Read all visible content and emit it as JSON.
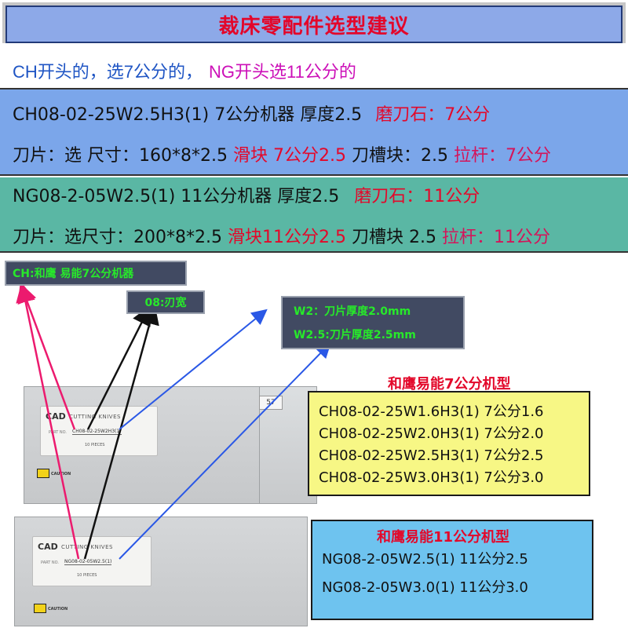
{
  "title": "裁床零配件选型建议",
  "rule": {
    "part_a": "CH开头的，选7公分的，",
    "part_b": "NG开头选11公分的"
  },
  "ch": {
    "line1_main": "CH08-02-25W2.5H3(1)  7公分机器  厚度2.5",
    "line1_red": "磨刀石：7公分",
    "line2_a": "刀片：选 尺寸：160*8*2.5",
    "line2_b": "滑块 7公分2.5",
    "line2_c": "刀槽块：2.5",
    "line2_d": "拉杆：7公分"
  },
  "ng": {
    "line1_main": "NG08-2-05W2.5(1)  11公分机器  厚度2.5",
    "line1_red": "磨刀石：11公分",
    "line2_a": "刀片：选尺寸：200*8*2.5",
    "line2_b": "滑块11公分2.5",
    "line2_c": "刀槽块 2.5",
    "line2_d": "拉杆：11公分"
  },
  "tags": {
    "ch_label": "CH:和鹰 易能7公分机器",
    "width_label": "08:刃宽",
    "w2": "W2：刀片厚度2.0mm",
    "w25": "W2.5:刀片厚度2.5mm"
  },
  "box_labels": {
    "cad": "CAD",
    "cutting": "CUTTING KNIVES",
    "part_no": "PART NO.",
    "box1_part": "CH08-02-25W2H3(1)",
    "box2_part": "NG08-02-05W2.5(1)",
    "pieces": "10 PIECES",
    "caution": "CAUTION",
    "box_number": "57"
  },
  "panel7": {
    "title": "和鹰易能7公分机型",
    "rows": [
      "CH08-02-25W1.6H3(1) 7公分1.6",
      "CH08-02-25W2.0H3(1) 7公分2.0",
      "CH08-02-25W2.5H3(1) 7公分2.5",
      "CH08-02-25W3.0H3(1) 7公分3.0"
    ]
  },
  "panel11": {
    "title": "和鹰易能11公分机型",
    "rows": [
      "NG08-2-05W2.5(1)  11公分2.5",
      "NG08-2-05W3.0(1)  11公分3.0"
    ]
  },
  "colors": {
    "title_red": "#e3062a",
    "rule_blue": "#1f55c4",
    "rule_magenta": "#cc10b8",
    "ch_band": "#7ba6ea",
    "ng_band": "#5ab7a4",
    "tag_green": "#27e92a",
    "panel7_bg": "#f7f785",
    "panel11_bg": "#6ec3ef",
    "arrow_pink": "#ec1a6e",
    "arrow_blue": "#2a58e6"
  }
}
